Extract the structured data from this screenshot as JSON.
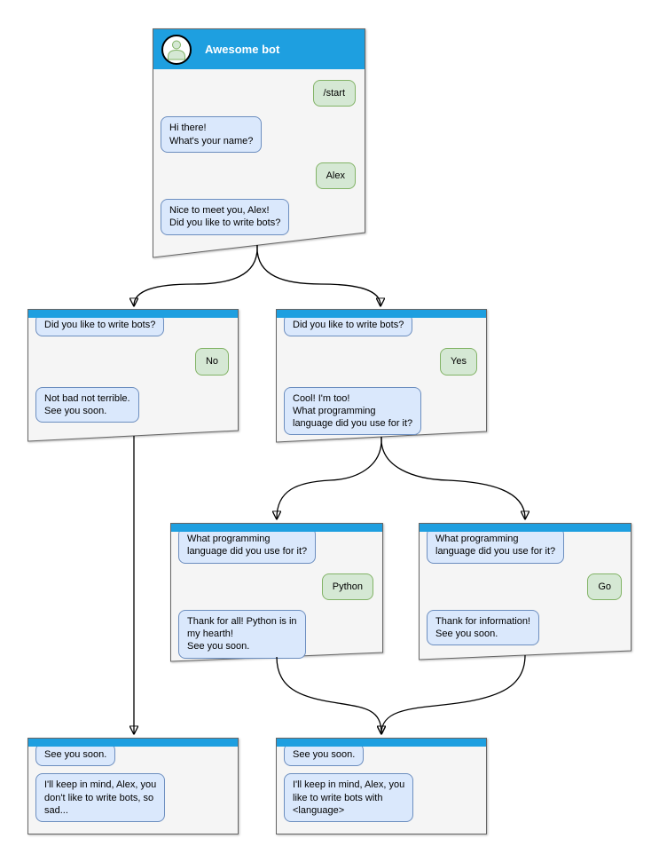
{
  "diagram": {
    "windows": [
      {
        "name": "start",
        "title": "Awesome bot",
        "messages": [
          {
            "side": "right",
            "text": "/start"
          },
          {
            "side": "left",
            "text": "Hi there!\nWhat's your name?"
          },
          {
            "side": "right",
            "text": "Alex"
          },
          {
            "side": "left",
            "text": "Nice to meet you, Alex!\nDid you like to write bots?"
          }
        ]
      },
      {
        "name": "branch-no",
        "messages": [
          {
            "side": "left",
            "text": "Did you like to write bots?"
          },
          {
            "side": "right",
            "text": "No"
          },
          {
            "side": "left",
            "text": "Not bad not terrible.\nSee you soon."
          }
        ]
      },
      {
        "name": "branch-yes",
        "messages": [
          {
            "side": "left",
            "text": "Did you like to write bots?"
          },
          {
            "side": "right",
            "text": "Yes"
          },
          {
            "side": "left",
            "text": "Cool! I'm too!\nWhat programming\nlanguage did you use for it?"
          }
        ]
      },
      {
        "name": "python",
        "messages": [
          {
            "side": "left",
            "text": "What programming\nlanguage did you use for it?"
          },
          {
            "side": "right",
            "text": "Python"
          },
          {
            "side": "left",
            "text": "Thank for all! Python is in\nmy hearth!\nSee you soon."
          }
        ]
      },
      {
        "name": "go",
        "messages": [
          {
            "side": "left",
            "text": "What programming\nlanguage did you use for it?"
          },
          {
            "side": "right",
            "text": "Go"
          },
          {
            "side": "left",
            "text": "Thank for information!\nSee you soon."
          }
        ]
      },
      {
        "name": "end-no",
        "messages": [
          {
            "side": "left",
            "text": "See you soon."
          },
          {
            "side": "left",
            "text": "I'll keep in mind, Alex, you\ndon't like to write bots, so\nsad..."
          }
        ]
      },
      {
        "name": "end-yes",
        "messages": [
          {
            "side": "left",
            "text": "See you soon."
          },
          {
            "side": "left",
            "text": "I'll keep in mind, Alex, you\nlike to write bots with\n<language>"
          }
        ]
      }
    ],
    "colors": {
      "header_blue": "#1E9FE0",
      "window_fill": "#F5F5F5",
      "window_border": "#666666",
      "bot_bubble_fill": "#DAE8FC",
      "bot_bubble_border": "#6C8EBF",
      "user_bubble_fill": "#D5E8D4",
      "user_bubble_border": "#82B366",
      "connector": "#000000",
      "title_text": "#FFFFFF"
    }
  }
}
